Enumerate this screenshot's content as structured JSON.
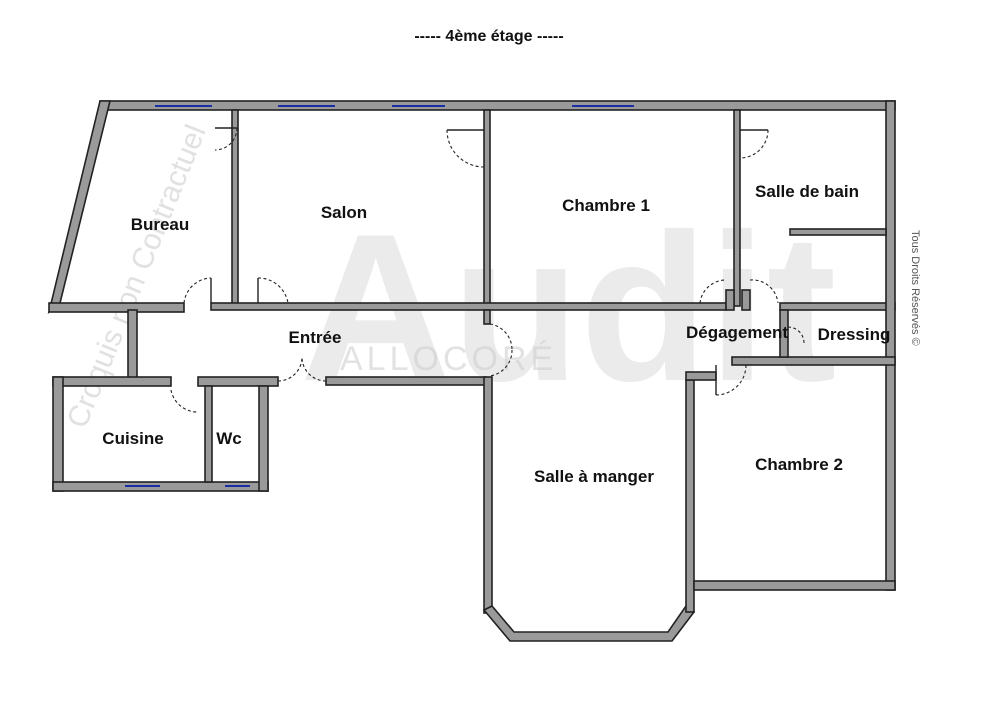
{
  "plan": {
    "title": "----- 4ème étage -----",
    "copyright": "Tous Droits Réservés ©",
    "watermark": {
      "diagonal": "Croquis non Contractuel",
      "brand": "Audit",
      "sub": "ALLOCORÉ"
    },
    "rooms": [
      {
        "id": "bureau",
        "label": "Bureau"
      },
      {
        "id": "salon",
        "label": "Salon"
      },
      {
        "id": "chambre-1",
        "label": "Chambre 1"
      },
      {
        "id": "salle-de-bain",
        "label": "Salle de bain"
      },
      {
        "id": "entree",
        "label": "Entrée"
      },
      {
        "id": "degagement",
        "label": "Dégagement"
      },
      {
        "id": "dressing",
        "label": "Dressing"
      },
      {
        "id": "cuisine",
        "label": "Cuisine"
      },
      {
        "id": "wc",
        "label": "Wc"
      },
      {
        "id": "salle-a-manger",
        "label": "Salle à manger"
      },
      {
        "id": "chambre-2",
        "label": "Chambre 2"
      }
    ],
    "colors": {
      "wall": "#9a9a9a",
      "window": "#1a2fa3",
      "outline": "#222222"
    }
  }
}
